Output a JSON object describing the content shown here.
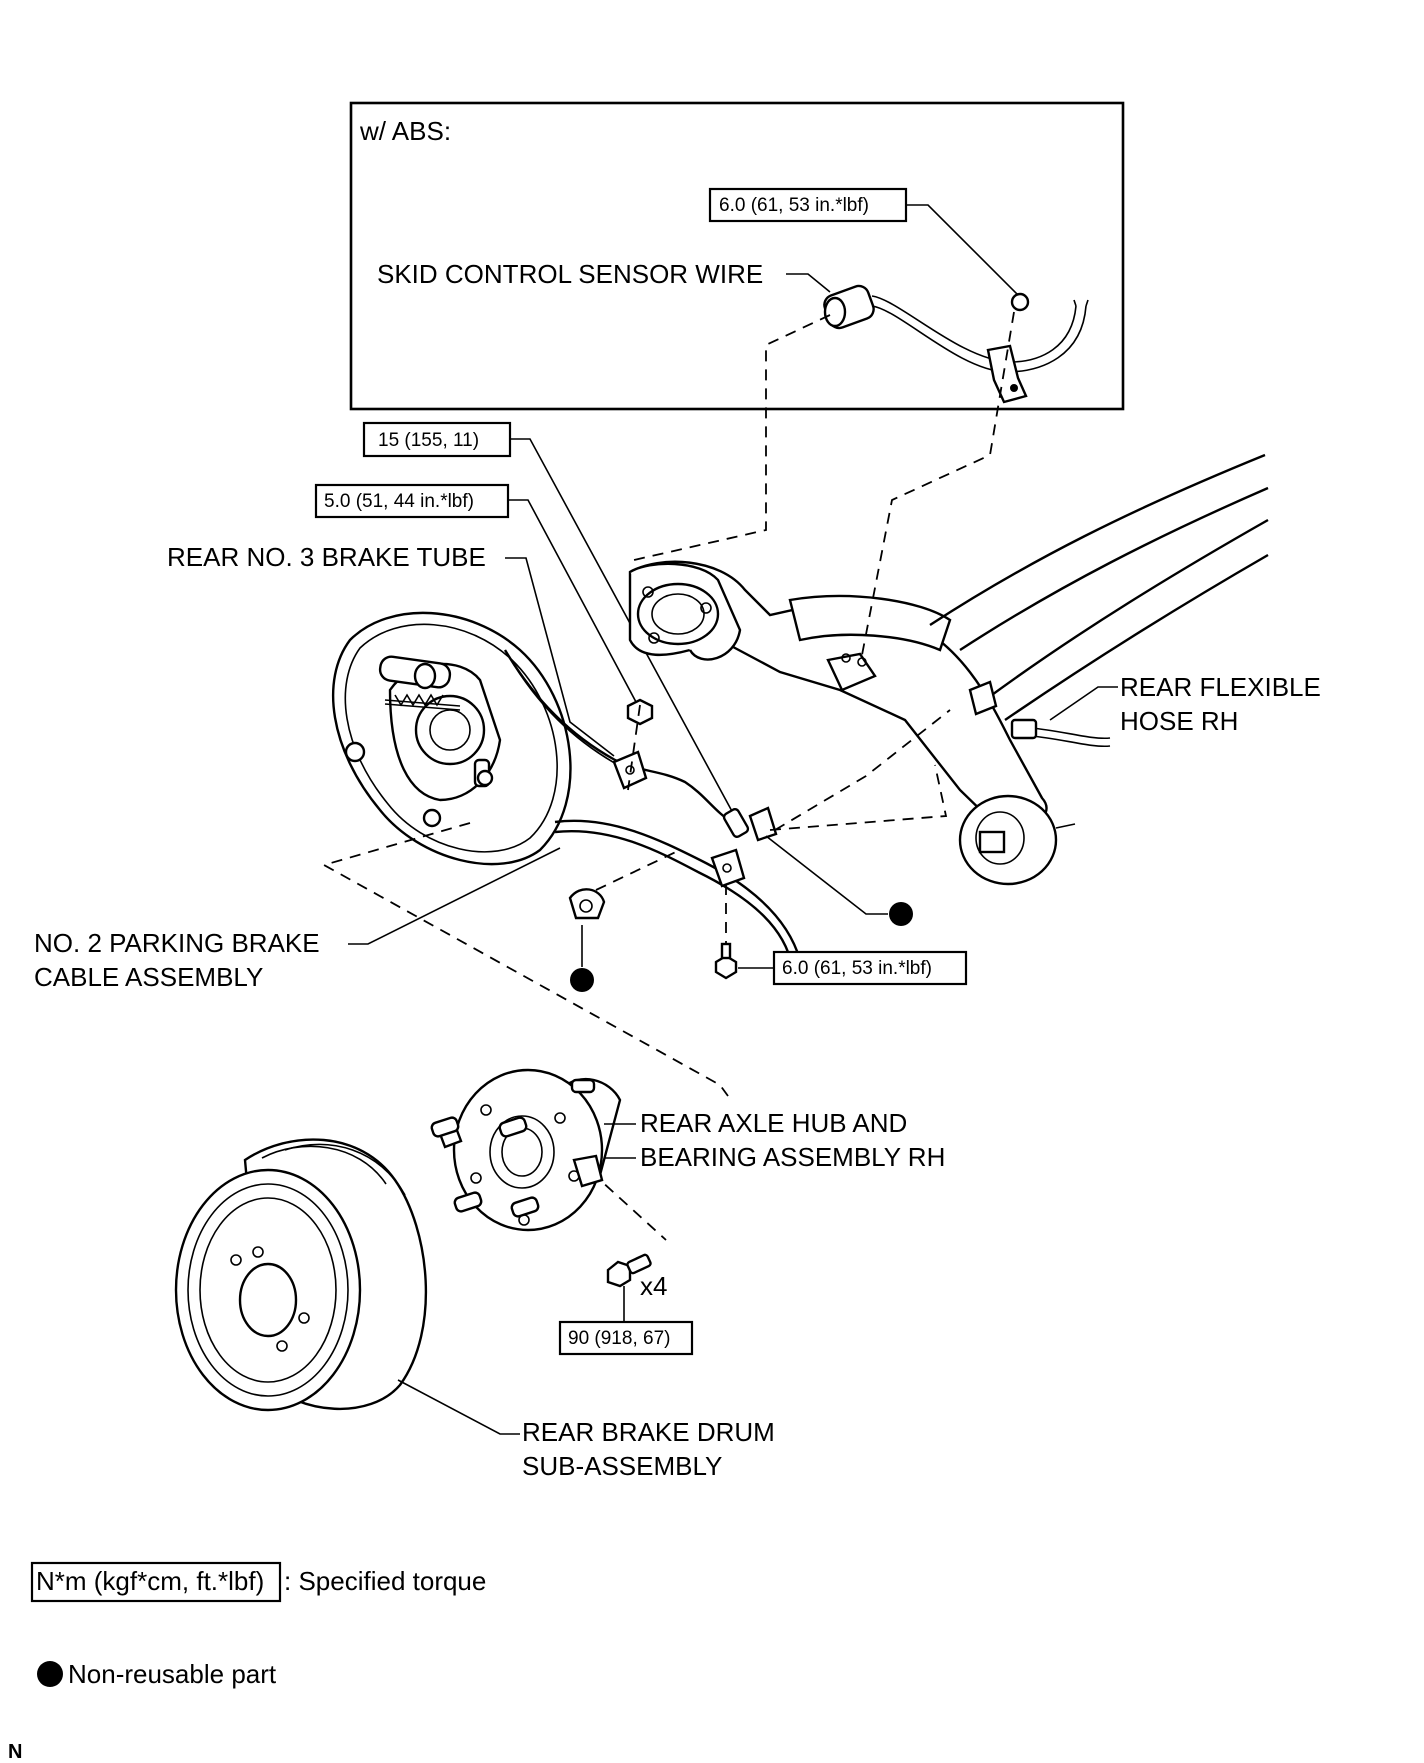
{
  "inset": {
    "title": "w/ ABS:",
    "torque": "6.0 (61, 53 in.*lbf)",
    "sensor_label": "SKID CONTROL SENSOR WIRE"
  },
  "torques": {
    "t1": "15 (155, 11)",
    "t2": "5.0 (51, 44 in.*lbf)",
    "t3": "6.0 (61, 53 in.*lbf)",
    "t4": "90 (918, 67)"
  },
  "labels": {
    "rear_brake_tube": "REAR NO. 3 BRAKE TUBE",
    "flex_hose_1": "REAR FLEXIBLE",
    "flex_hose_2": "HOSE RH",
    "parking_cable_1": "NO. 2 PARKING BRAKE",
    "parking_cable_2": "CABLE ASSEMBLY",
    "axle_hub_1": "REAR AXLE HUB AND",
    "axle_hub_2": "BEARING ASSEMBLY RH",
    "bolt_qty": "x4",
    "drum_1": "REAR BRAKE DRUM",
    "drum_2": "SUB-ASSEMBLY"
  },
  "legend": {
    "torque_key": "N*m (kgf*cm, ft.*lbf)",
    "torque_text": ": Specified torque",
    "nonreusable_text": "Non-reusable part"
  },
  "corner_mark": "N"
}
